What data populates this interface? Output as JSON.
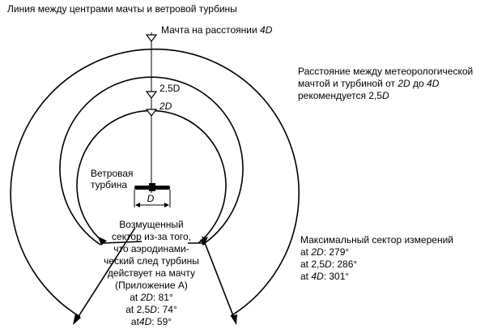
{
  "labels": {
    "line_title": "Линия между центрами мачты и ветровой турбины",
    "mast_prefix": "Мачта на расстоянии ",
    "mast_dist": "4D",
    "mark_25": "2,5D",
    "mark_2": "2D",
    "turbine_line1": "Ветровая",
    "turbine_line2": "турбина",
    "rotor_d": "D",
    "rec_line1": "Расстояние между метеорологической",
    "rec_line2_prefix": "мачтой и турбиной от ",
    "rec_line2_a": "2D",
    "rec_line2_mid": " до ",
    "rec_line2_b": "4D",
    "rec_line3_prefix": "рекомендуется 2,5",
    "rec_line3_d": "D",
    "disturbed": [
      "Возмущенный",
      "сектор из-за того,",
      "что аэродинами-",
      "ческий след турбины",
      "действует на мачту",
      "(Приложение А)"
    ],
    "disturbed_values": [
      {
        "prefix": "at ",
        "d": "2D",
        "value": ": 81°"
      },
      {
        "prefix": "at 2,5",
        "d": "D",
        "value": ": 74°"
      },
      {
        "prefix": "at",
        "d": "4D",
        "value": ": 59°"
      }
    ],
    "max_title": "Максимальный сектор измерений",
    "max_values": [
      {
        "prefix": "at ",
        "d": "2D",
        "value": ":   279°"
      },
      {
        "prefix": "at 2,5",
        "d": "D",
        "value": ": 286°"
      },
      {
        "prefix": "at ",
        "d": "4D",
        "value": ":   301°"
      }
    ]
  }
}
